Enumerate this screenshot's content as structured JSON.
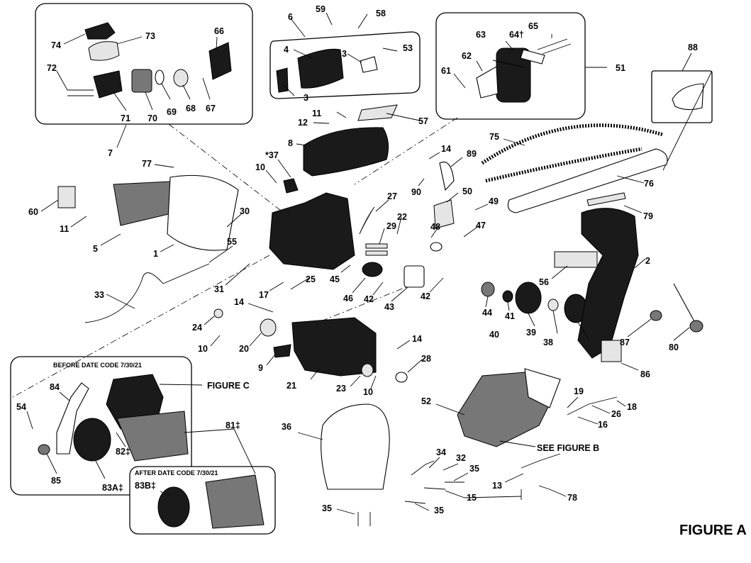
{
  "figure_title": "FIGURE A",
  "notes": {
    "before": "BEFORE DATE CODE 7/30/21",
    "after": "AFTER DATE CODE 7/30/21"
  },
  "references": {
    "figure_c": "FIGURE C",
    "see_figure_b": "SEE FIGURE B"
  },
  "callouts": {
    "c59": "59",
    "c58": "58",
    "c6": "6",
    "c4": "4",
    "c3a": "3",
    "c53": "53",
    "c3b": "3",
    "c63": "63",
    "c64": "64†",
    "c65": "65",
    "c62": "62",
    "c61": "61",
    "c51": "51",
    "c88": "88",
    "c74": "74",
    "c73": "73",
    "c66": "66",
    "c72": "72",
    "c71": "71",
    "c70": "70",
    "c69": "69",
    "c68": "68",
    "c67": "67",
    "c7": "7",
    "c11a": "11",
    "c57": "57",
    "c12": "12",
    "c8": "8",
    "c75": "75",
    "c76": "76",
    "c79": "79",
    "c77": "77",
    "c37": "*37",
    "c10a": "10",
    "c14a": "14",
    "c89": "89",
    "c90": "90",
    "c50": "50",
    "c27": "27",
    "c49": "49",
    "c60": "60",
    "c11b": "11",
    "c5": "5",
    "c1": "1",
    "c30": "30",
    "c55": "55",
    "c22": "22",
    "c29": "29",
    "c48": "48",
    "c47": "47",
    "c2": "2",
    "c56": "56",
    "c33": "33",
    "c31": "31",
    "c17": "17",
    "c25": "25",
    "c45": "45",
    "c46": "46",
    "c42a": "42",
    "c43": "43",
    "c42b": "42",
    "c44": "44",
    "c41": "41",
    "c40": "40",
    "c39": "39",
    "c38": "38",
    "c80": "80",
    "c87": "87",
    "c86": "86",
    "c14b": "14",
    "c24": "24",
    "c10b": "10",
    "c20": "20",
    "c9": "9",
    "c21": "21",
    "c14c": "14",
    "c28": "28",
    "c23": "23",
    "c10c": "10",
    "c84": "84",
    "c54": "54",
    "c82": "82‡",
    "c85": "85",
    "c83a": "83A‡",
    "c81": "81‡",
    "c83b": "83B‡",
    "c52": "52",
    "c19": "19",
    "c26": "26",
    "c18": "18",
    "c16": "16",
    "c36": "36",
    "c34": "34",
    "c32": "32",
    "c35a": "35",
    "c13": "13",
    "c15": "15",
    "c78": "78",
    "c35b": "35",
    "c35c": "35"
  }
}
